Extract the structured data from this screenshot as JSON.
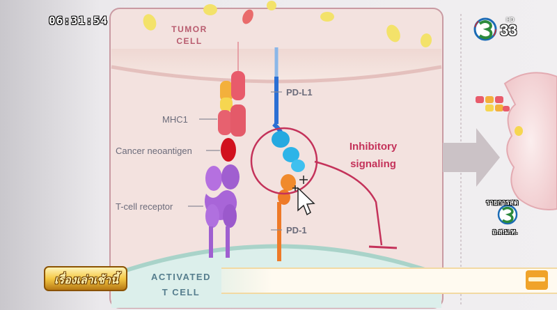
{
  "overlay": {
    "clock": "06:31:54",
    "channel_hd": "HD",
    "channel_number": "33",
    "live_label": "รายการสด",
    "live_sub": "อ.ส.ม.ท.",
    "show_logo": "เรื่องเล่าเช้านี้"
  },
  "slide": {
    "tumor_line1": "TUMOR",
    "tumor_line2": "CELL",
    "mhc": "MHC1",
    "neoantigen": "Cancer neoantigen",
    "tcr": "T-cell receptor",
    "pdl1": "PD-L1",
    "pd1": "PD-1",
    "inhib_line1": "Inhibitory",
    "inhib_line2": "signaling",
    "tcell_line1": "ACTIVATED",
    "tcell_line2": "T CELL"
  },
  "icons": [
    "channel-3-logo-icon",
    "cursor-arrow-icon",
    "move-cursor-icon",
    "inhibit-bar-icon",
    "arrow-right-icon"
  ]
}
